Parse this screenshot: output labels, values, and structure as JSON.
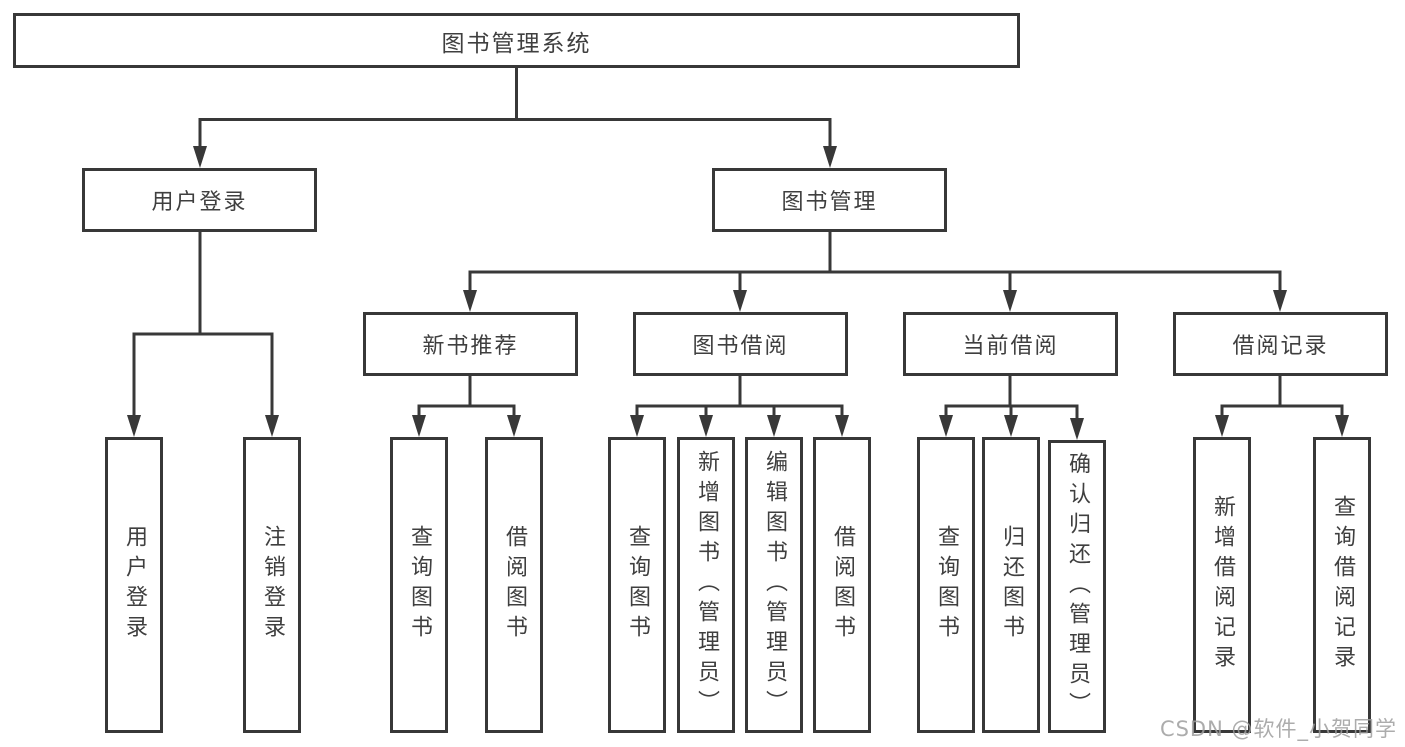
{
  "diagram": {
    "root": "图书管理系统",
    "branches": {
      "user_login": "用户登录",
      "book_management": "图书管理"
    },
    "modules": [
      "新书推荐",
      "图书借阅",
      "当前借阅",
      "借阅记录"
    ],
    "leaves": {
      "user_login": [
        "用户登录",
        "注销登录"
      ],
      "new_book": [
        "查询图书",
        "借阅图书"
      ],
      "book_borrow": [
        "查询图书",
        "新增图书（管理员）",
        "编辑图书（管理员）",
        "借阅图书"
      ],
      "current_borrow": [
        "查询图书",
        "归还图书",
        "确认归还（管理员）"
      ],
      "borrow_record": [
        "新增借阅记录",
        "查询借阅记录"
      ]
    }
  },
  "watermark": "CSDN @软件_小贺同学",
  "colors": {
    "line": "#383838",
    "text": "#3f3f3f",
    "watermark": "#9e9e9e",
    "background": "#ffffff"
  }
}
